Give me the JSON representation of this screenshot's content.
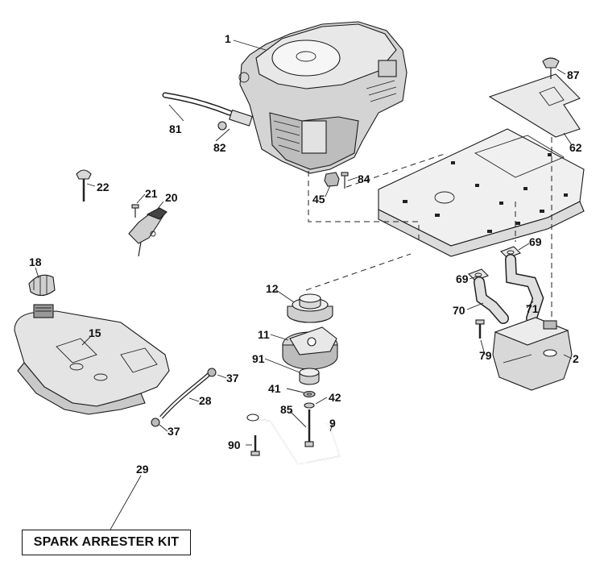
{
  "kit_box_label": "SPARK ARRESTER KIT",
  "callouts": {
    "c1": "1",
    "c81": "81",
    "c82": "82",
    "c45": "45",
    "c84": "84",
    "c87": "87",
    "c62": "62",
    "c22": "22",
    "c21": "21",
    "c20": "20",
    "c18": "18",
    "c15": "15",
    "c12": "12",
    "c11": "11",
    "c91": "91",
    "c41": "41",
    "c42": "42",
    "c85": "85",
    "c9": "9",
    "c90": "90",
    "c37a": "37",
    "c28": "28",
    "c37b": "37",
    "c29": "29",
    "c69a": "69",
    "c69b": "69",
    "c70": "70",
    "c71": "71",
    "c79": "79",
    "c2": "2"
  }
}
